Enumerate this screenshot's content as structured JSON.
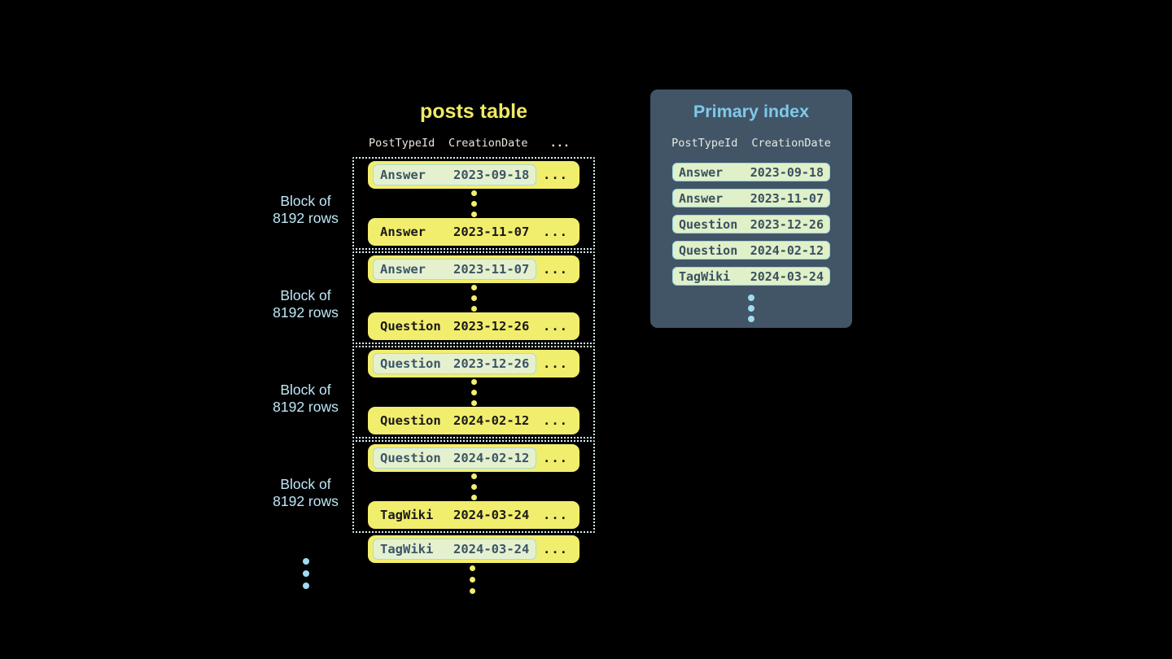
{
  "colors": {
    "background": "#000000",
    "row_yellow": "#F2EE6D",
    "title_yellow": "#EFEA64",
    "row_text_dark": "#191919",
    "highlight_fill": "#E5F1CE",
    "highlight_border": "#A6DAE8",
    "highlight_text": "#3C5468",
    "dotted_border": "#D9EFF8",
    "block_label_blue": "#BDE7F6",
    "panel_bg": "#415567",
    "panel_title_blue": "#7FC9E9",
    "header_light": "#E9E8E0",
    "pill_fill": "#E0F0C8",
    "pill_border": "#9BD4E0",
    "pill_text": "#3A5163",
    "dot_blue": "#A0DBF2",
    "dot_yellow": "#F2EE6D"
  },
  "posts_table": {
    "title": "posts table",
    "headers": {
      "col1": "PostTypeId",
      "col2": "CreationDate",
      "col3": "..."
    },
    "block_label": {
      "line1": "Block of",
      "line2": "8192 rows"
    },
    "blocks": [
      {
        "first": {
          "type": "Answer",
          "date": "2023-09-18",
          "more": "..."
        },
        "last": {
          "type": "Answer",
          "date": "2023-11-07",
          "more": "..."
        }
      },
      {
        "first": {
          "type": "Answer",
          "date": "2023-11-07",
          "more": "..."
        },
        "last": {
          "type": "Question",
          "date": "2023-12-26",
          "more": "..."
        }
      },
      {
        "first": {
          "type": "Question",
          "date": "2023-12-26",
          "more": "..."
        },
        "last": {
          "type": "Question",
          "date": "2024-02-12",
          "more": "..."
        }
      },
      {
        "first": {
          "type": "Question",
          "date": "2024-02-12",
          "more": "..."
        },
        "last": {
          "type": "TagWiki",
          "date": "2024-03-24",
          "more": "..."
        }
      }
    ],
    "overflow_row": {
      "type": "TagWiki",
      "date": "2024-03-24",
      "more": "..."
    }
  },
  "primary_index": {
    "title": "Primary index",
    "headers": {
      "col1": "PostTypeId",
      "col2": "CreationDate"
    },
    "rows": [
      {
        "type": "Answer",
        "date": "2023-09-18"
      },
      {
        "type": "Answer",
        "date": "2023-11-07"
      },
      {
        "type": "Question",
        "date": "2023-12-26"
      },
      {
        "type": "Question",
        "date": "2024-02-12"
      },
      {
        "type": "TagWiki",
        "date": "2024-03-24"
      }
    ]
  }
}
